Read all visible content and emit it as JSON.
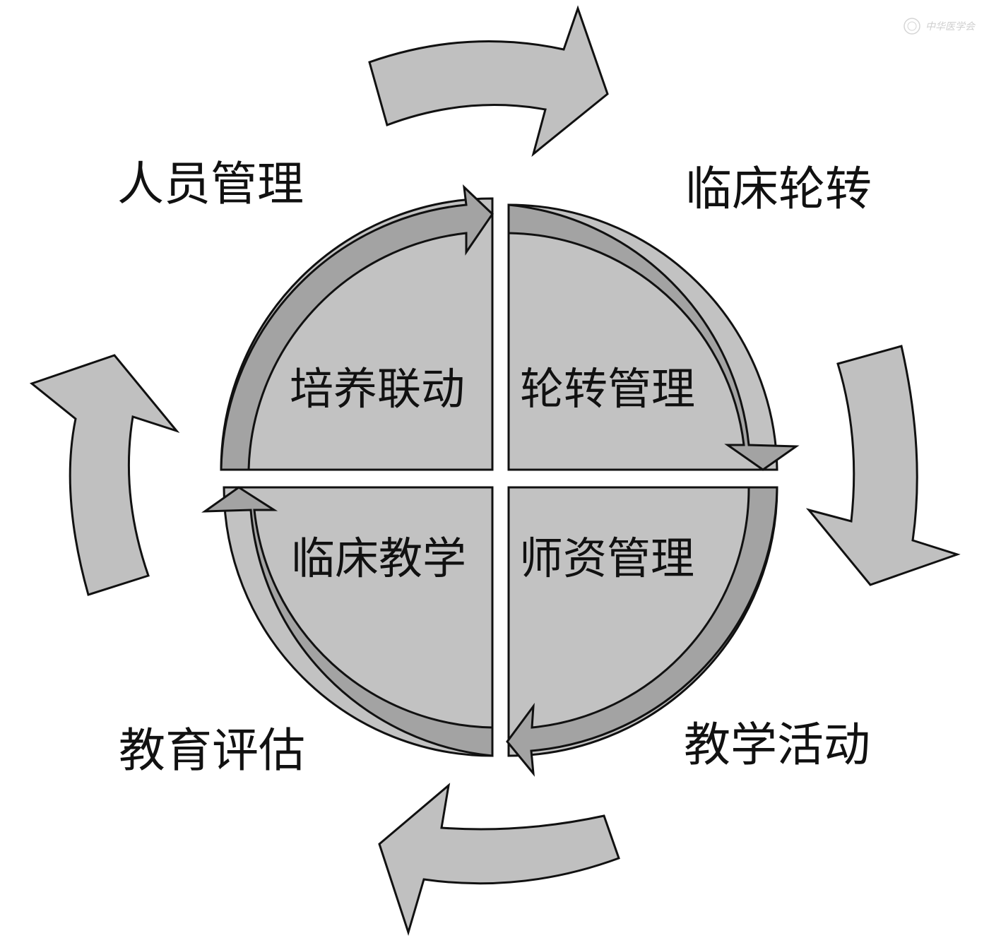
{
  "diagram": {
    "outer_labels": {
      "top_left": "人员管理",
      "top_right": "临床轮转",
      "bottom_right": "教学活动",
      "bottom_left": "教育评估"
    },
    "inner_labels": {
      "top_left": "培养联动",
      "top_right": "轮转管理",
      "bottom_right": "师资管理",
      "bottom_left": "临床教学"
    },
    "flow_direction": "clockwise"
  },
  "watermark": {
    "text": "中华医学会",
    "logo": "chinese-medical-association-seal"
  },
  "colors": {
    "quadrant_fill": "#c2c2c2",
    "inner_arrow_fill": "#a3a3a3",
    "outer_arrow_fill": "#c0c0c0",
    "stroke": "#111111"
  }
}
